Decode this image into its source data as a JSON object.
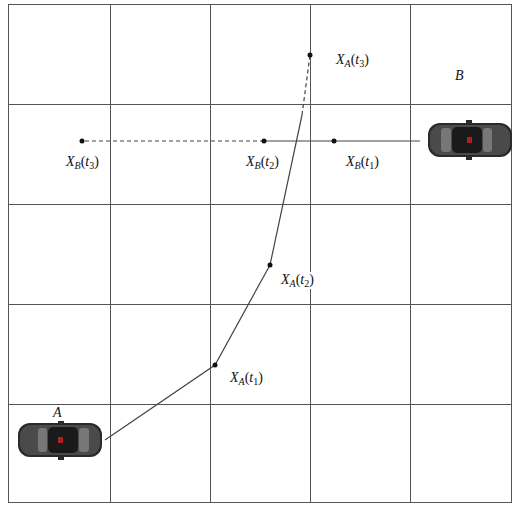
{
  "diagram": {
    "labels": [
      "XA(t3)",
      "B",
      "XB(t3)",
      "XB(t2)",
      "XB(t1)",
      "XA(t2)",
      "XA(t1)",
      "A"
    ]
  }
}
